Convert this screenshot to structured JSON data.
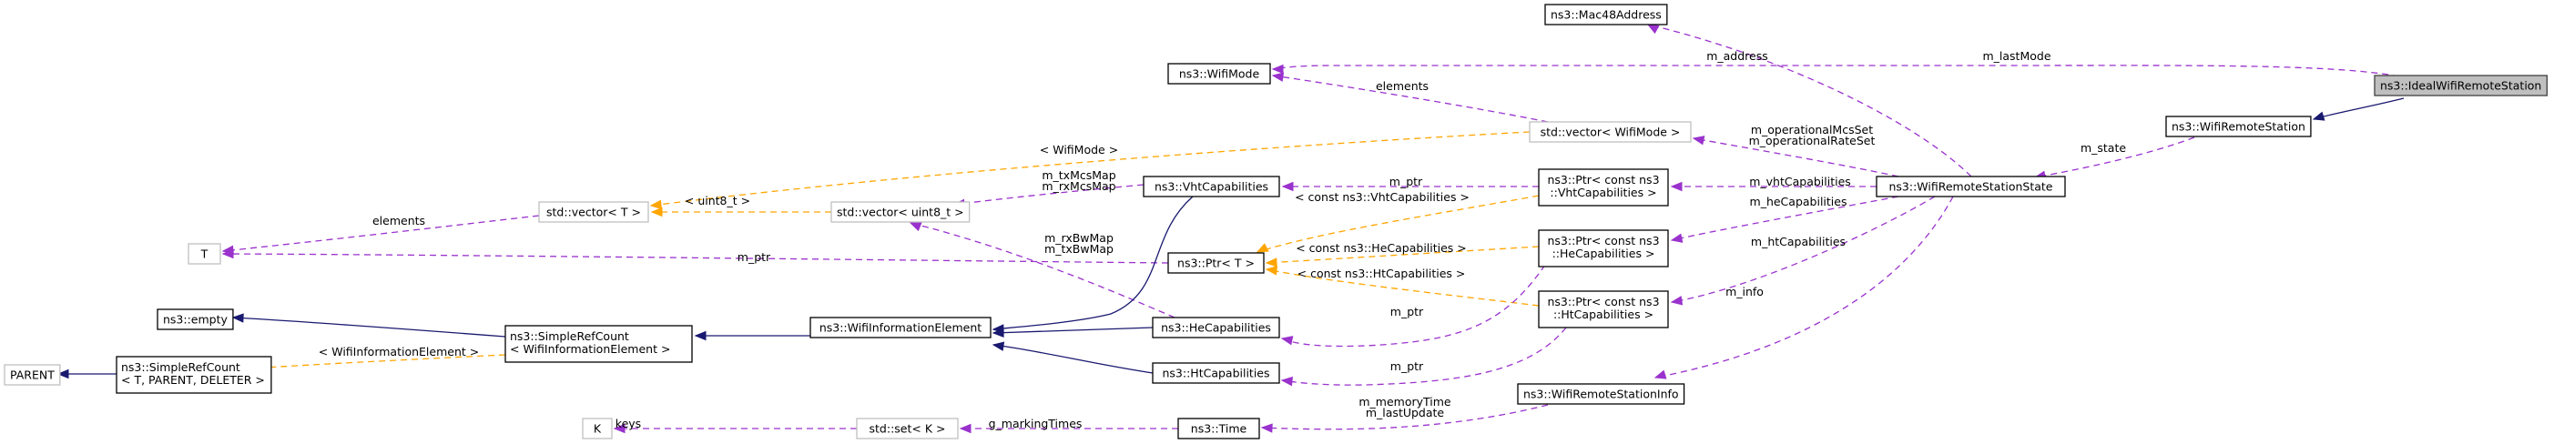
{
  "diagram": {
    "title": "ns3::IdealWifiRemoteStation collaboration graph",
    "colors": {
      "member_edge": "#9a32cd",
      "template_edge": "#ffa500",
      "inheritance_edge": "#191970",
      "focus_fill": "#bfbfbf",
      "external_border": "#bfbfbf"
    },
    "nodes": [
      {
        "id": "ideal",
        "lines": [
          "ns3::IdealWifiRemoteStation"
        ],
        "kind": "focus"
      },
      {
        "id": "station",
        "lines": [
          "ns3::WifiRemoteStation"
        ],
        "kind": "class"
      },
      {
        "id": "mac48",
        "lines": [
          "ns3::Mac48Address"
        ],
        "kind": "class"
      },
      {
        "id": "wifimode",
        "lines": [
          "ns3::WifiMode"
        ],
        "kind": "class"
      },
      {
        "id": "vecwifimode",
        "lines": [
          "std::vector< WifiMode >"
        ],
        "kind": "external"
      },
      {
        "id": "state",
        "lines": [
          "ns3::WifiRemoteStationState"
        ],
        "kind": "class"
      },
      {
        "id": "ptrvht",
        "lines": [
          "ns3::Ptr< const ns3",
          "::VhtCapabilities >"
        ],
        "kind": "class"
      },
      {
        "id": "ptrhe",
        "lines": [
          "ns3::Ptr< const ns3",
          "::HeCapabilities >"
        ],
        "kind": "class"
      },
      {
        "id": "ptrht",
        "lines": [
          "ns3::Ptr< const ns3",
          "::HtCapabilities >"
        ],
        "kind": "class"
      },
      {
        "id": "info",
        "lines": [
          "ns3::WifiRemoteStationInfo"
        ],
        "kind": "class"
      },
      {
        "id": "vht",
        "lines": [
          "ns3::VhtCapabilities"
        ],
        "kind": "class"
      },
      {
        "id": "he",
        "lines": [
          "ns3::HeCapabilities"
        ],
        "kind": "class"
      },
      {
        "id": "ht",
        "lines": [
          "ns3::HtCapabilities"
        ],
        "kind": "class"
      },
      {
        "id": "ptrT",
        "lines": [
          "ns3::Ptr< T >"
        ],
        "kind": "class"
      },
      {
        "id": "vecuint8",
        "lines": [
          "std::vector< uint8_t >"
        ],
        "kind": "external"
      },
      {
        "id": "vecT",
        "lines": [
          "std::vector< T >"
        ],
        "kind": "external"
      },
      {
        "id": "T",
        "lines": [
          "T"
        ],
        "kind": "external"
      },
      {
        "id": "wie",
        "lines": [
          "ns3::WifiInformationElement"
        ],
        "kind": "class"
      },
      {
        "id": "srcwie",
        "lines": [
          "ns3::SimpleRefCount",
          "< WifiInformationElement >"
        ],
        "kind": "class"
      },
      {
        "id": "empty",
        "lines": [
          "ns3::empty"
        ],
        "kind": "class"
      },
      {
        "id": "srcgeneric",
        "lines": [
          "ns3::SimpleRefCount",
          "< T, PARENT, DELETER >"
        ],
        "kind": "class"
      },
      {
        "id": "parent",
        "lines": [
          "PARENT"
        ],
        "kind": "external"
      },
      {
        "id": "time",
        "lines": [
          "ns3::Time"
        ],
        "kind": "class"
      },
      {
        "id": "setK",
        "lines": [
          "std::set< K >"
        ],
        "kind": "external"
      },
      {
        "id": "K",
        "lines": [
          "K"
        ],
        "kind": "external"
      }
    ],
    "edges": [
      {
        "from": "ideal",
        "to": "station",
        "type": "inherit",
        "labels": []
      },
      {
        "from": "ideal",
        "to": "wifimode",
        "type": "member",
        "labels": [
          "m_lastMode"
        ]
      },
      {
        "from": "station",
        "to": "state",
        "type": "member",
        "labels": [
          "m_state"
        ]
      },
      {
        "from": "state",
        "to": "mac48",
        "type": "member",
        "labels": [
          "m_address"
        ]
      },
      {
        "from": "state",
        "to": "vecwifimode",
        "type": "member",
        "labels": [
          "m_operationalMcsSet",
          "m_operationalRateSet"
        ]
      },
      {
        "from": "state",
        "to": "ptrvht",
        "type": "member",
        "labels": [
          "m_vhtCapabilities"
        ]
      },
      {
        "from": "state",
        "to": "ptrhe",
        "type": "member",
        "labels": [
          "m_heCapabilities"
        ]
      },
      {
        "from": "state",
        "to": "ptrht",
        "type": "member",
        "labels": [
          "m_htCapabilities"
        ]
      },
      {
        "from": "state",
        "to": "info",
        "type": "member",
        "labels": [
          "m_info"
        ]
      },
      {
        "from": "vecwifimode",
        "to": "wifimode",
        "type": "member",
        "labels": [
          "elements"
        ]
      },
      {
        "from": "vecwifimode",
        "to": "vecT",
        "type": "template",
        "labels": [
          "< WifiMode >"
        ]
      },
      {
        "from": "ptrvht",
        "to": "vht",
        "type": "member",
        "labels": [
          "m_ptr"
        ]
      },
      {
        "from": "ptrvht",
        "to": "ptrT",
        "type": "template",
        "labels": [
          "< const ns3::VhtCapabilities >"
        ]
      },
      {
        "from": "ptrhe",
        "to": "ptrT",
        "type": "template",
        "labels": [
          "< const ns3::HeCapabilities >"
        ]
      },
      {
        "from": "ptrht",
        "to": "ptrT",
        "type": "template",
        "labels": [
          "< const ns3::HtCapabilities >"
        ]
      },
      {
        "from": "ptrhe",
        "to": "he",
        "type": "member",
        "labels": [
          "m_ptr"
        ]
      },
      {
        "from": "ptrht",
        "to": "ht",
        "type": "member",
        "labels": [
          "m_ptr"
        ]
      },
      {
        "from": "info",
        "to": "time",
        "type": "member",
        "labels": [
          "m_memoryTime",
          "m_lastUpdate"
        ]
      },
      {
        "from": "vht",
        "to": "vecuint8",
        "type": "member",
        "labels": [
          "m_txMcsMap",
          "m_rxMcsMap"
        ]
      },
      {
        "from": "he",
        "to": "vecuint8",
        "type": "member",
        "labels": [
          "m_rxBwMap",
          "m_txBwMap"
        ]
      },
      {
        "from": "vecuint8",
        "to": "vecT",
        "type": "template",
        "labels": [
          "< uint8_t >"
        ]
      },
      {
        "from": "vecT",
        "to": "T",
        "type": "member",
        "labels": [
          "elements"
        ]
      },
      {
        "from": "ptrT",
        "to": "T",
        "type": "member",
        "labels": [
          "m_ptr"
        ]
      },
      {
        "from": "vht",
        "to": "wie",
        "type": "inherit",
        "labels": []
      },
      {
        "from": "he",
        "to": "wie",
        "type": "inherit",
        "labels": []
      },
      {
        "from": "ht",
        "to": "wie",
        "type": "inherit",
        "labels": []
      },
      {
        "from": "wie",
        "to": "srcwie",
        "type": "inherit",
        "labels": []
      },
      {
        "from": "srcwie",
        "to": "empty",
        "type": "inherit",
        "labels": []
      },
      {
        "from": "srcwie",
        "to": "srcgeneric",
        "type": "template",
        "labels": [
          "< WifiInformationElement >"
        ]
      },
      {
        "from": "srcgeneric",
        "to": "parent",
        "type": "inherit",
        "labels": []
      },
      {
        "from": "time",
        "to": "setK",
        "type": "member",
        "labels": [
          "g_markingTimes"
        ]
      },
      {
        "from": "setK",
        "to": "K",
        "type": "member",
        "labels": [
          "keys"
        ]
      }
    ]
  }
}
